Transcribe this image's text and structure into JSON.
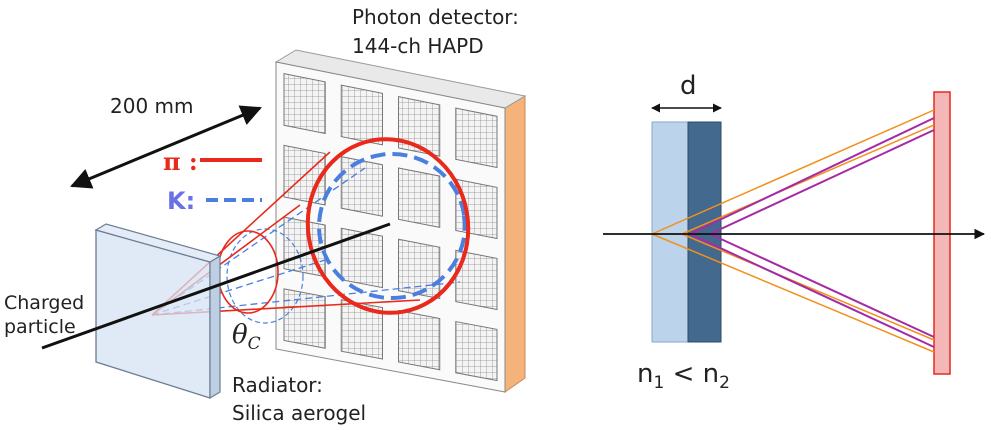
{
  "left_diagram": {
    "detector_label_line1": "Photon detector:",
    "detector_label_line2": "144-ch HAPD",
    "distance_label": "200 mm",
    "legend": {
      "pion_symbol": "π :",
      "kaon_symbol": "K:",
      "pion_color": "#e8291c",
      "kaon_color": "#4a7fe0"
    },
    "particle_label_line1": "Charged",
    "particle_label_line2": "particle",
    "angle_symbol": "θ",
    "angle_subscript": "C",
    "radiator_label_line1": "Radiator:",
    "radiator_label_line2": "Silica aerogel",
    "colors": {
      "detector_side": "#f5b27a",
      "module_fill": "#ececec",
      "radiator_fill": "#d6e3f3"
    }
  },
  "right_diagram": {
    "gap_label": "d",
    "index_n1": "n",
    "index_n1_sub": "1",
    "index_relation": " < ",
    "index_n2": "n",
    "index_n2_sub": "2",
    "colors": {
      "layer1": "#bcd3ec",
      "layer2": "#44698f",
      "detector_plate": "#f4b7b7",
      "ray_orange": "#f0901d",
      "ray_purple": "#a62aa6"
    }
  }
}
